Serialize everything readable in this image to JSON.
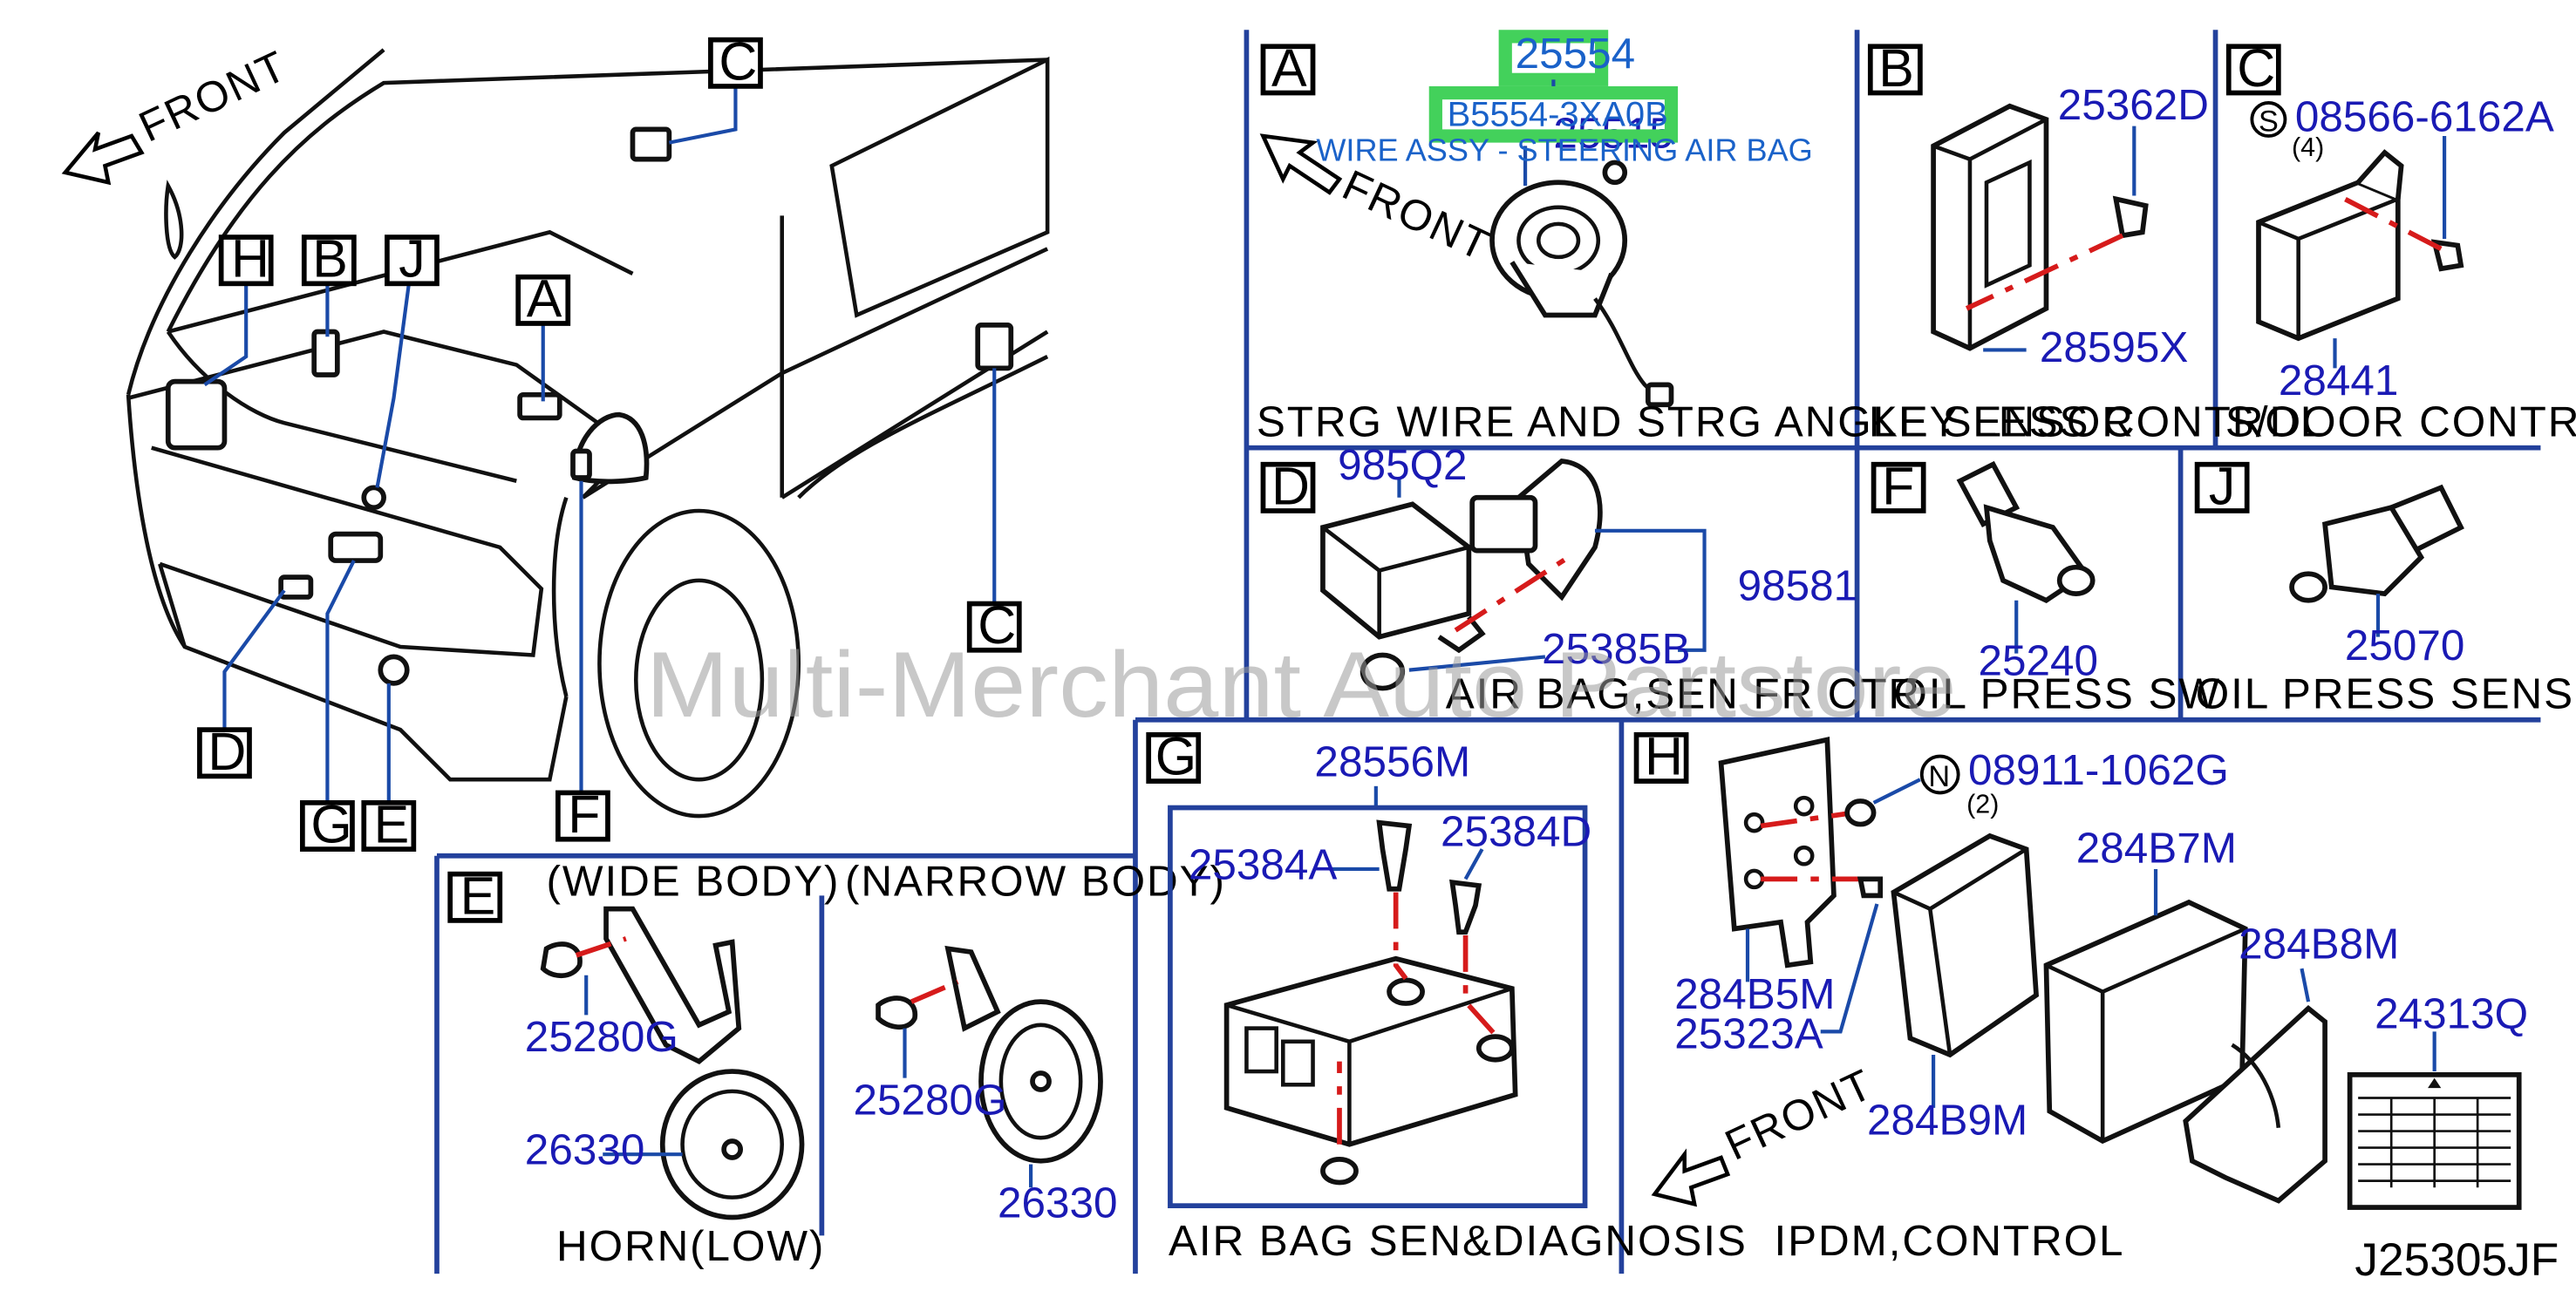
{
  "diagram": {
    "code": "J25305JF",
    "watermark": "Multi-Merchant Auto Partstore",
    "front_arrow_label": "FRONT",
    "overview_labels": {
      "H": "H",
      "B": "B",
      "J": "J",
      "A": "A",
      "C_top": "C",
      "C_right": "C",
      "D": "D",
      "G": "G",
      "E": "E",
      "F": "F"
    }
  },
  "highlight": {
    "callout": "25554",
    "part_number": "B5554-3XA0B",
    "description": "WIRE ASSY - STEERING AIR BAG"
  },
  "sections": {
    "A": {
      "letter": "A",
      "title": "STRG  WIRE  AND  STRG  ANGLE  SENSOR",
      "front": "FRONT",
      "parts": [
        "25515"
      ]
    },
    "B": {
      "letter": "B",
      "title": "KEY  LESS  CONTROL",
      "parts": [
        "25362D",
        "28595X"
      ]
    },
    "C": {
      "letter": "C",
      "title": "S/DOOR  CONTROL",
      "screw_mark": "S",
      "parts": [
        "08566-6162A",
        "28441"
      ],
      "qty": "(4)"
    },
    "D": {
      "letter": "D",
      "title": "AIR  BAG,SEN  FR  CTR",
      "parts": [
        "985Q2",
        "98581",
        "25385B"
      ]
    },
    "F": {
      "letter": "F",
      "title": "OIL  PRESS  SW",
      "parts": [
        "25240"
      ]
    },
    "J": {
      "letter": "J",
      "title": "OIL  PRESS  SENSOR",
      "parts": [
        "25070"
      ]
    },
    "E": {
      "letter": "E",
      "title": "HORN(LOW)",
      "wide": "(WIDE  BODY)",
      "narrow": "(NARROW  BODY)",
      "parts": [
        "25280G",
        "26330",
        "25280G",
        "26330"
      ]
    },
    "G": {
      "letter": "G",
      "title": "AIR  BAG  SEN&DIAGNOSIS",
      "parts": [
        "28556M",
        "25384A",
        "25384D"
      ]
    },
    "H": {
      "letter": "H",
      "title": "IPDM,CONTROL",
      "front": "FRONT",
      "nut_mark": "N",
      "qty": "(2)",
      "parts": [
        "08911-1062G",
        "284B7M",
        "284B8M",
        "284B5M",
        "25323A",
        "284B9M",
        "24313Q"
      ]
    }
  }
}
